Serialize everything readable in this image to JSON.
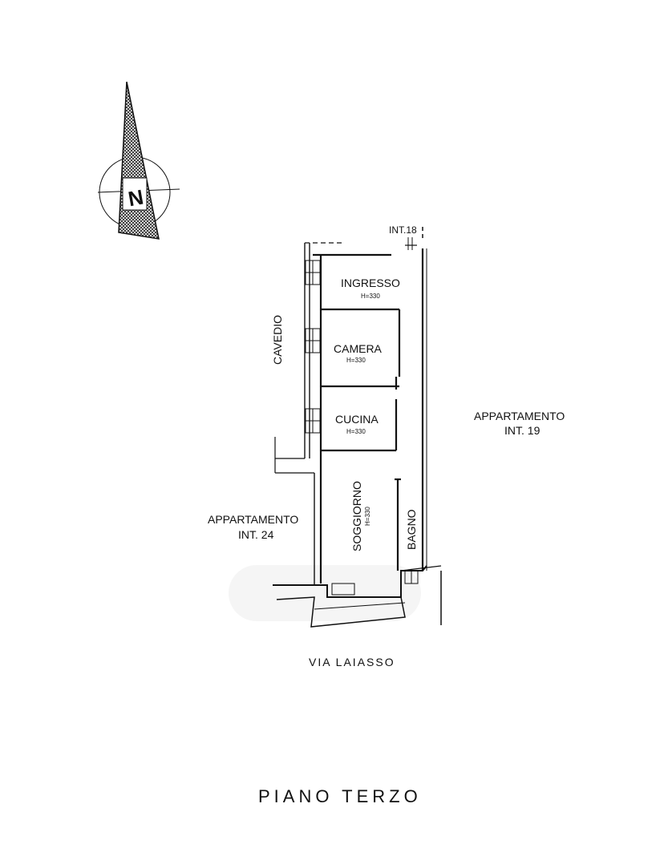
{
  "compass": {
    "letter": "N",
    "icon": "north-arrow-icon"
  },
  "rooms": {
    "ingresso": {
      "name": "INGRESSO",
      "height": "H=330"
    },
    "camera": {
      "name": "CAMERA",
      "height": "H=330"
    },
    "cucina": {
      "name": "CUCINA",
      "height": "H=330"
    },
    "soggiorno": {
      "name": "SOGGIORNO",
      "height": "H=330"
    },
    "bagno": {
      "name": "BAGNO"
    }
  },
  "labels": {
    "cavedio": "CAVEDIO",
    "int18": "INT.18",
    "appartamento_19": {
      "line1": "APPARTAMENTO",
      "line2": "INT. 19"
    },
    "appartamento_24": {
      "line1": "APPARTAMENTO",
      "line2": "INT. 24"
    },
    "street": "VIA LAIASSO"
  },
  "title": "PIANO TERZO",
  "colors": {
    "ink": "#111111",
    "watermark": "#e6e6e6"
  }
}
